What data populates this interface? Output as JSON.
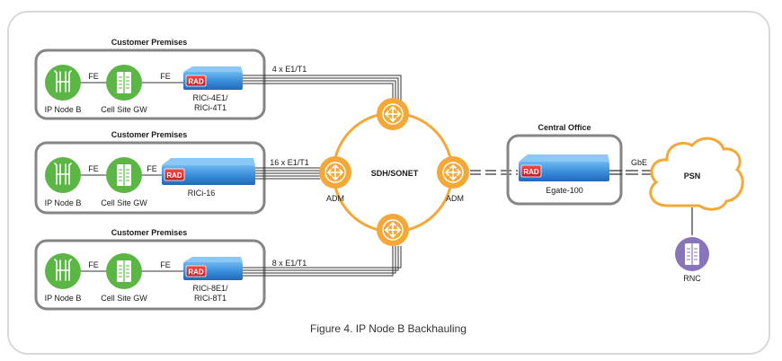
{
  "colors": {
    "node_green": "#5cb646",
    "ring_orange": "#f3a838",
    "rad_blue": "#2f8bd8",
    "rnc_purple": "#8874b8",
    "box_border": "#858585",
    "rad_red": "#e02a2a"
  },
  "premises": [
    {
      "title": "Customer Premises",
      "node_label": "IP Node B",
      "gw_label": "Cell Site GW",
      "link1": "FE",
      "link2": "FE",
      "device_logo": "RAD",
      "device_line1": "RICi-4E1/",
      "device_line2": "RICi-4T1",
      "trunk_label": "4 x E1/T1"
    },
    {
      "title": "Customer Premises",
      "node_label": "IP Node B",
      "gw_label": "Cell Site GW",
      "link1": "FE",
      "link2": "FE",
      "device_logo": "RAD",
      "device_line1": "RICi-16",
      "trunk_label": "16 x E1/T1"
    },
    {
      "title": "Customer Premises",
      "node_label": "IP Node B",
      "gw_label": "Cell Site GW",
      "link1": "FE",
      "link2": "FE",
      "device_logo": "RAD",
      "device_line1": "RICi-8E1/",
      "device_line2": "RICi-8T1",
      "trunk_label": "8 x E1/T1"
    }
  ],
  "ring": {
    "label": "SDH/SONET",
    "adm_left": "ADM",
    "adm_right": "ADM"
  },
  "central_office": {
    "title": "Central Office",
    "device_logo": "RAD",
    "device_label": "Egate-100",
    "gbe_label": "GbE"
  },
  "psn_label": "PSN",
  "rnc_label": "RNC",
  "caption": "Figure 4. IP Node B Backhauling"
}
